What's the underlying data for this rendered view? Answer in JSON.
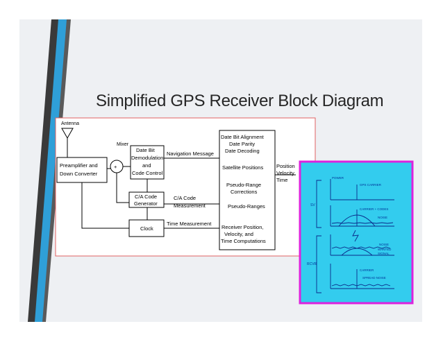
{
  "slide": {
    "title": "Simplified GPS Receiver Block Diagram"
  },
  "block_diagram": {
    "antenna": "Antenna",
    "mixer": "Mixer",
    "preamp": [
      "Preamplifier and",
      "Down Converter"
    ],
    "databit": [
      "Date Bit",
      "Demodulation",
      "and",
      "Code Control"
    ],
    "nav_message": "Navigation Message",
    "ca_gen": [
      "C/A Code",
      "Generator"
    ],
    "ca_meas": [
      "C/A Code",
      "Measurement"
    ],
    "clock": "Clock",
    "time_meas": "Time Measurement",
    "processor": [
      "Date Bit Alignment",
      "Date Parity",
      "Date Decoding",
      "Satellite Positions",
      "Pseudo-Range",
      "Corrections",
      "Pseudo-Ranges",
      "Receiver Position,",
      "Velocity, and",
      "Time Computations"
    ],
    "output": [
      "Position",
      "Velocity",
      "Time"
    ],
    "plus": "+"
  },
  "spectrum_panel": {
    "labels": {
      "power": "POWER",
      "gps_carrier": "GPS CARRIER",
      "carrier_codes": "CARRIER + CODES",
      "noise1": "NOISE",
      "noise2": "NOISE",
      "wanted_signal": [
        "WANTED",
        "SIGNAL"
      ],
      "carrier": "CARRIER",
      "spread_noise": "SPREAD NOISE",
      "sv": "SV",
      "rcvr": "RCVR"
    },
    "colors": {
      "background": "#33ccee",
      "border": "#dd22dd",
      "ink": "#0a2a8a"
    }
  }
}
